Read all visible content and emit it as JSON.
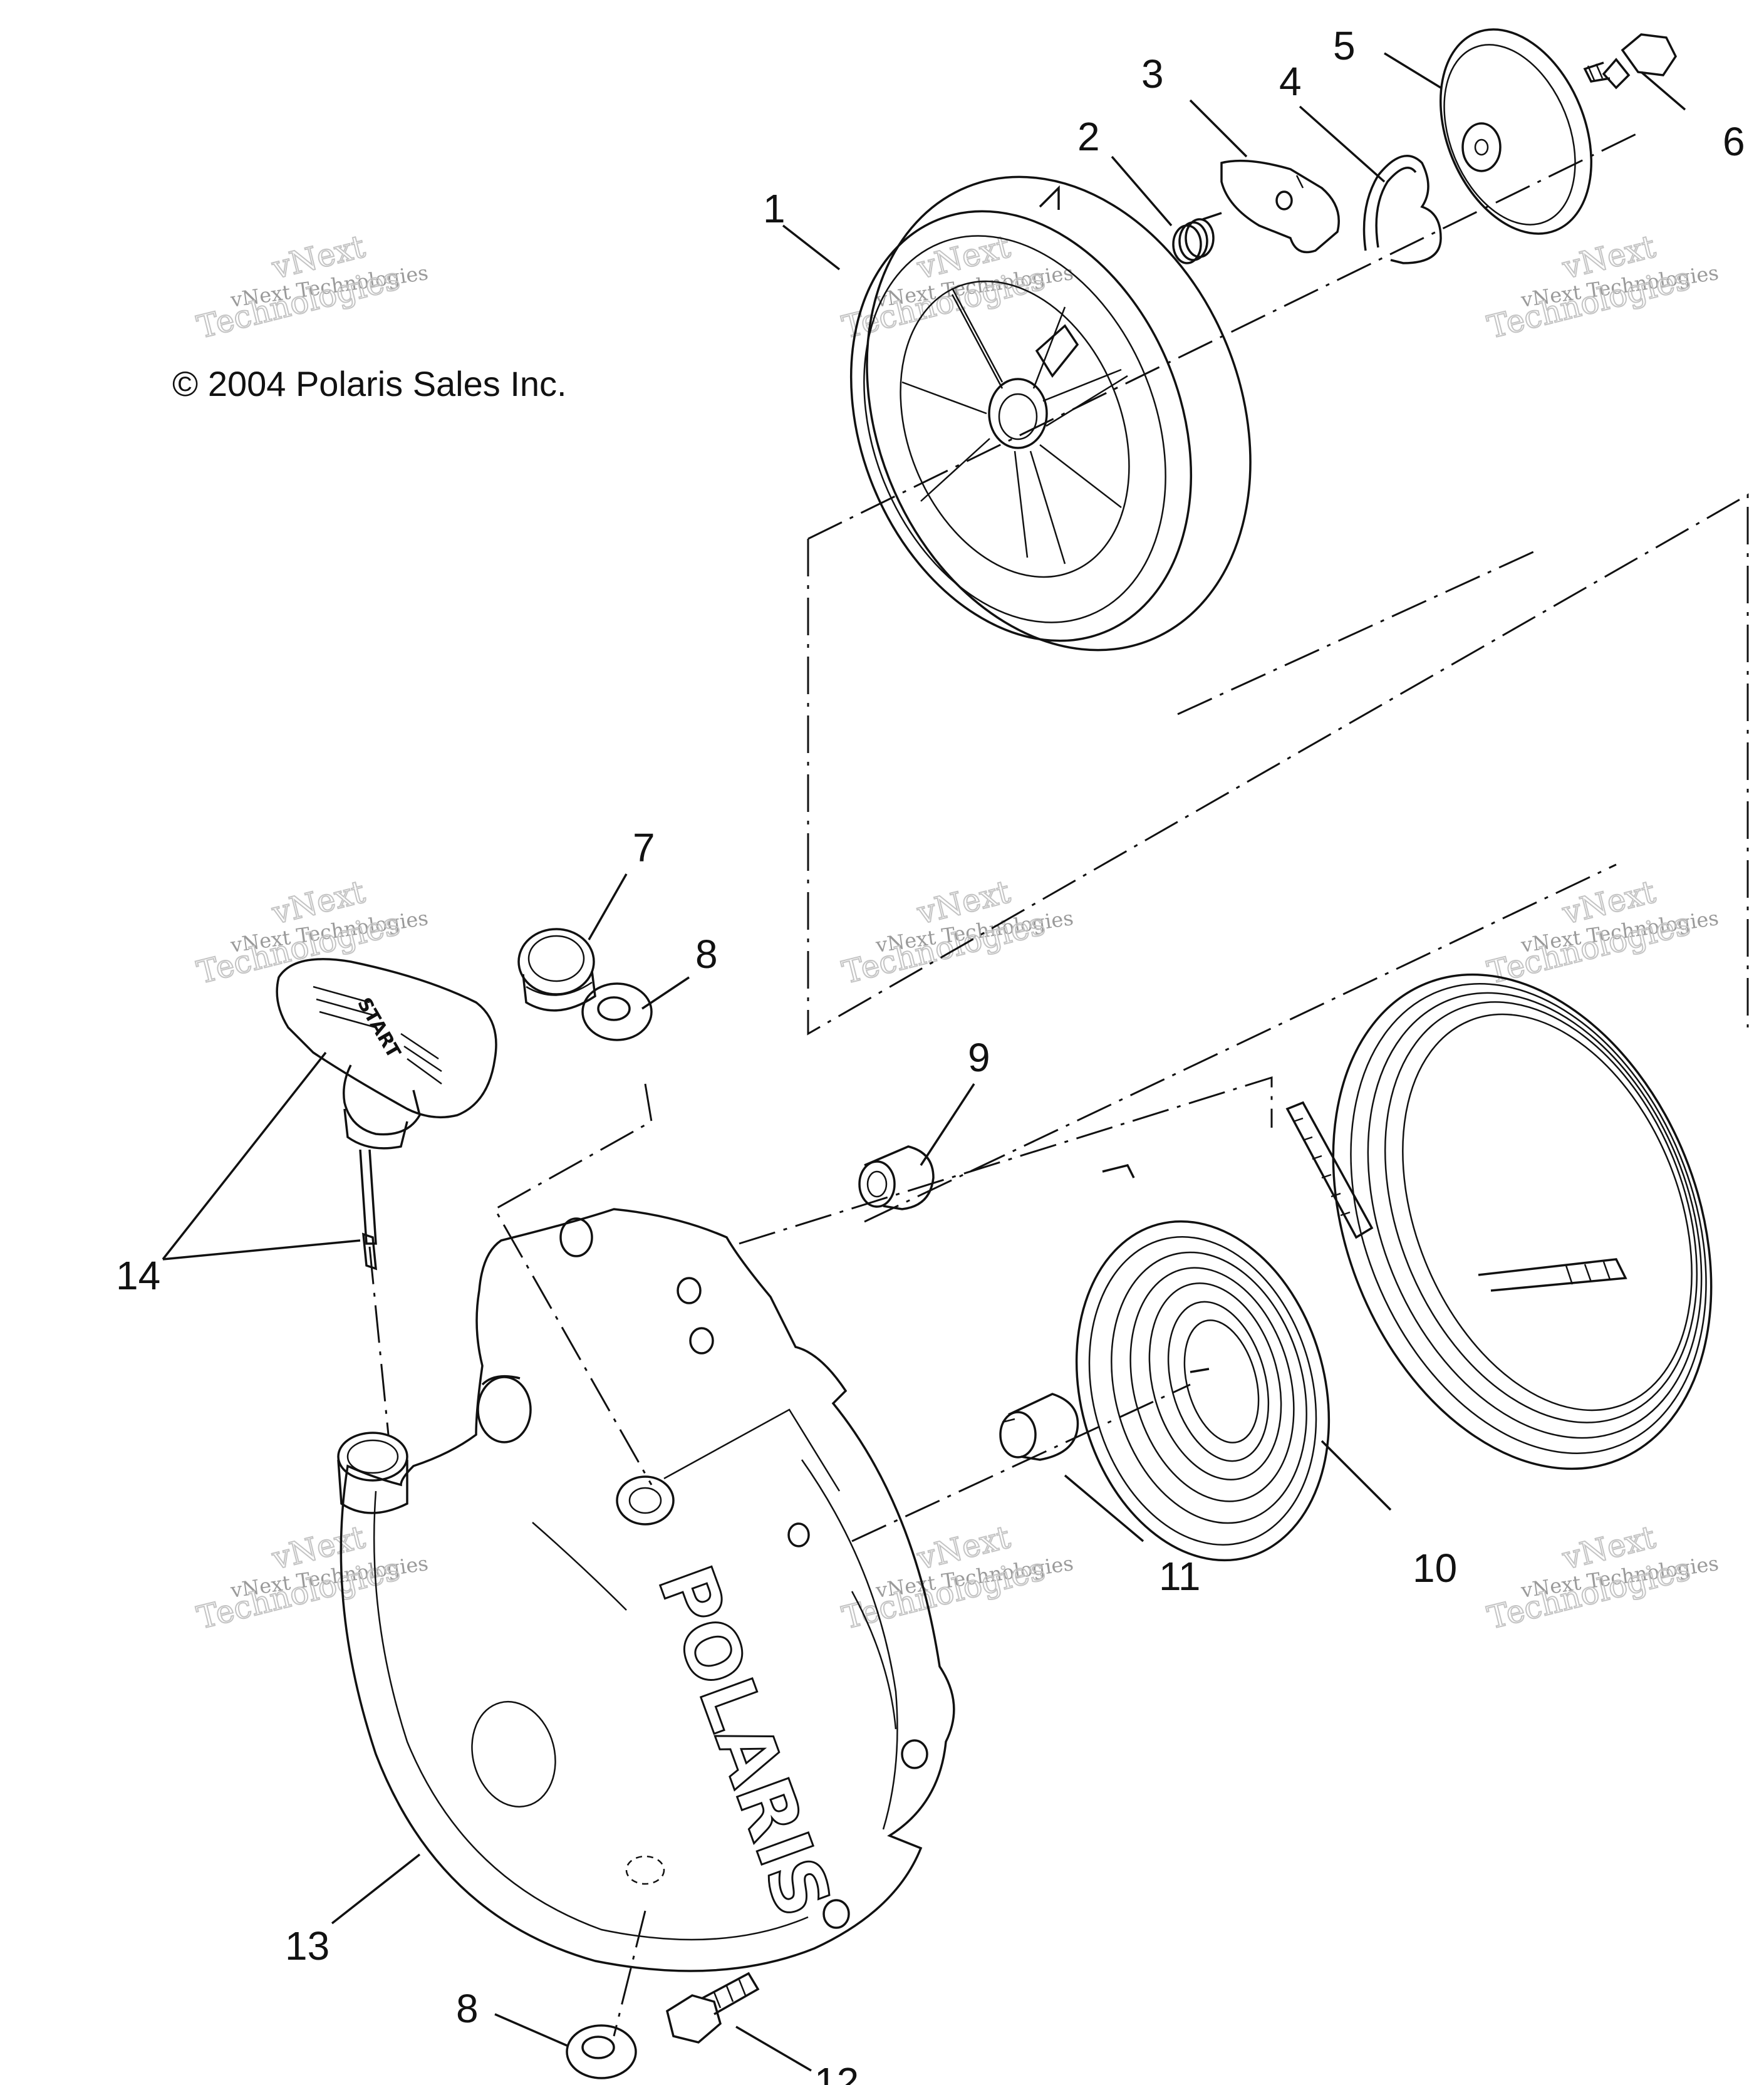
{
  "copyright": "© 2004 Polaris Sales Inc.",
  "watermark": {
    "line1": "vNext Technologies",
    "line2": "vNext",
    "line3": "Technologies"
  },
  "callouts": {
    "c1": "1",
    "c2": "2",
    "c3": "3",
    "c4": "4",
    "c5": "5",
    "c6": "6",
    "c7": "7",
    "c8a": "8",
    "c8b": "8",
    "c9": "9",
    "c10": "10",
    "c11": "11",
    "c12": "12",
    "c13": "13",
    "c14": "14"
  },
  "part_text": {
    "cover_logo": "POLARIS",
    "handle_text": "START"
  }
}
